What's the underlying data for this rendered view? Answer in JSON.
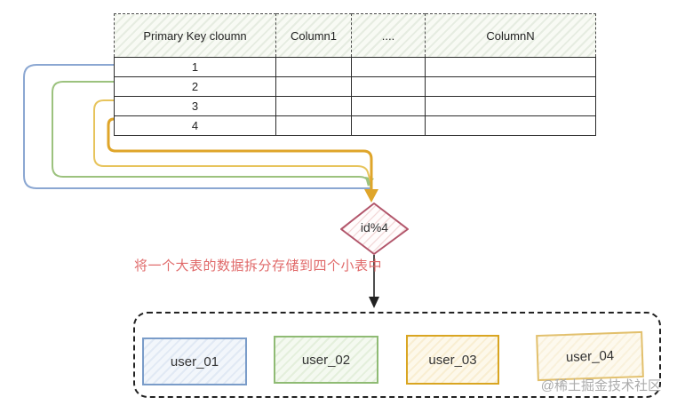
{
  "source_table": {
    "columns": [
      "Primary Key cloumn",
      "Column1",
      "....",
      "ColumnN"
    ],
    "row_keys": [
      "1",
      "2",
      "3",
      "4"
    ]
  },
  "decision_node": {
    "label": "id%4",
    "border_color": "#b2566b"
  },
  "annotation": {
    "text": "将一个大表的数据拆分存储到四个小表中",
    "color": "#e06a6a"
  },
  "flows": [
    {
      "row": "1",
      "color": "#8ba7d2"
    },
    {
      "row": "2",
      "color": "#9cc27e"
    },
    {
      "row": "3",
      "color": "#e7c45c"
    },
    {
      "row": "4",
      "color": "#dfa52a"
    }
  ],
  "shards": [
    {
      "label": "user_01",
      "border_color": "#7a9cc9"
    },
    {
      "label": "user_02",
      "border_color": "#8fbb74"
    },
    {
      "label": "user_03",
      "border_color": "#d9a521"
    },
    {
      "label": "user_04",
      "border_color": "#e2c06d"
    }
  ],
  "watermark": {
    "text": "@稀土掘金技术社区"
  }
}
